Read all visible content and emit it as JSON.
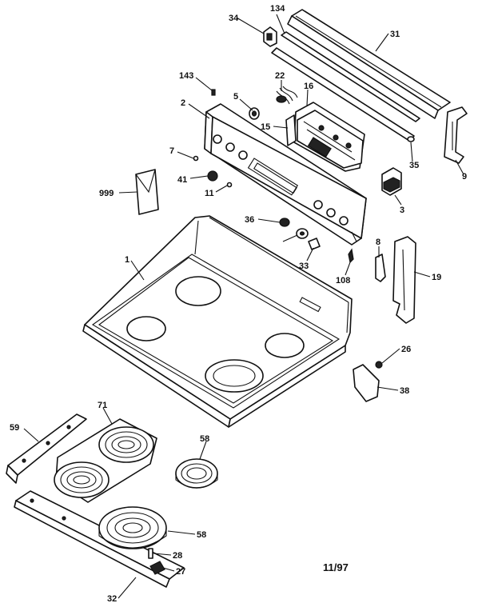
{
  "diagram": {
    "date_code": "11/97",
    "callouts": {
      "c1": "1",
      "c2": "2",
      "c3": "3",
      "c5": "5",
      "c7": "7",
      "c8": "8",
      "c9": "9",
      "c11": "11",
      "c15": "15",
      "c16": "16",
      "c19": "19",
      "c22": "22",
      "c26": "26",
      "c27": "27",
      "c28": "28",
      "c31": "31",
      "c32": "32",
      "c33": "33",
      "c34": "34",
      "c35": "35",
      "c36": "36",
      "c38": "38",
      "c41": "41",
      "c58a": "58",
      "c58b": "58",
      "c59": "59",
      "c71": "71",
      "c108": "108",
      "c134": "134",
      "c143": "143",
      "c999": "999"
    }
  }
}
